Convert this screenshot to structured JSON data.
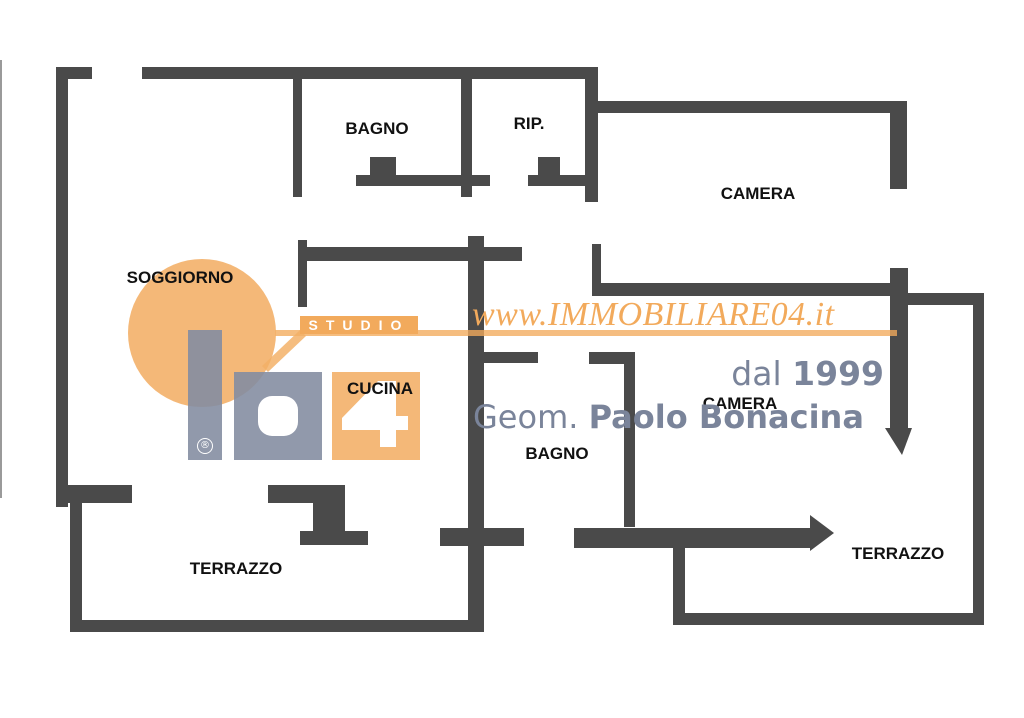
{
  "rooms": {
    "soggiorno": "SOGGIORNO",
    "bagno_top": "BAGNO",
    "rip": "RIP.",
    "camera_top": "CAMERA",
    "cucina": "CUCINA",
    "camera_right": "CAMERA",
    "bagno_mid": "BAGNO",
    "terrazzo_left": "TERRAZZO",
    "terrazzo_right": "TERRAZZO"
  },
  "watermark": {
    "logo_text": "IO4",
    "registered": "®",
    "studio": "STUDIO",
    "url": "www.IMMOBILIARE04.it",
    "since_prefix": "dal",
    "since_year": "1999",
    "title_prefix": "Geom.",
    "person": "Paolo Bonacina"
  },
  "colors": {
    "wall": "#4a4a4a",
    "accent_orange": "#f2aa5c",
    "logo_blue": "#7a849a"
  }
}
